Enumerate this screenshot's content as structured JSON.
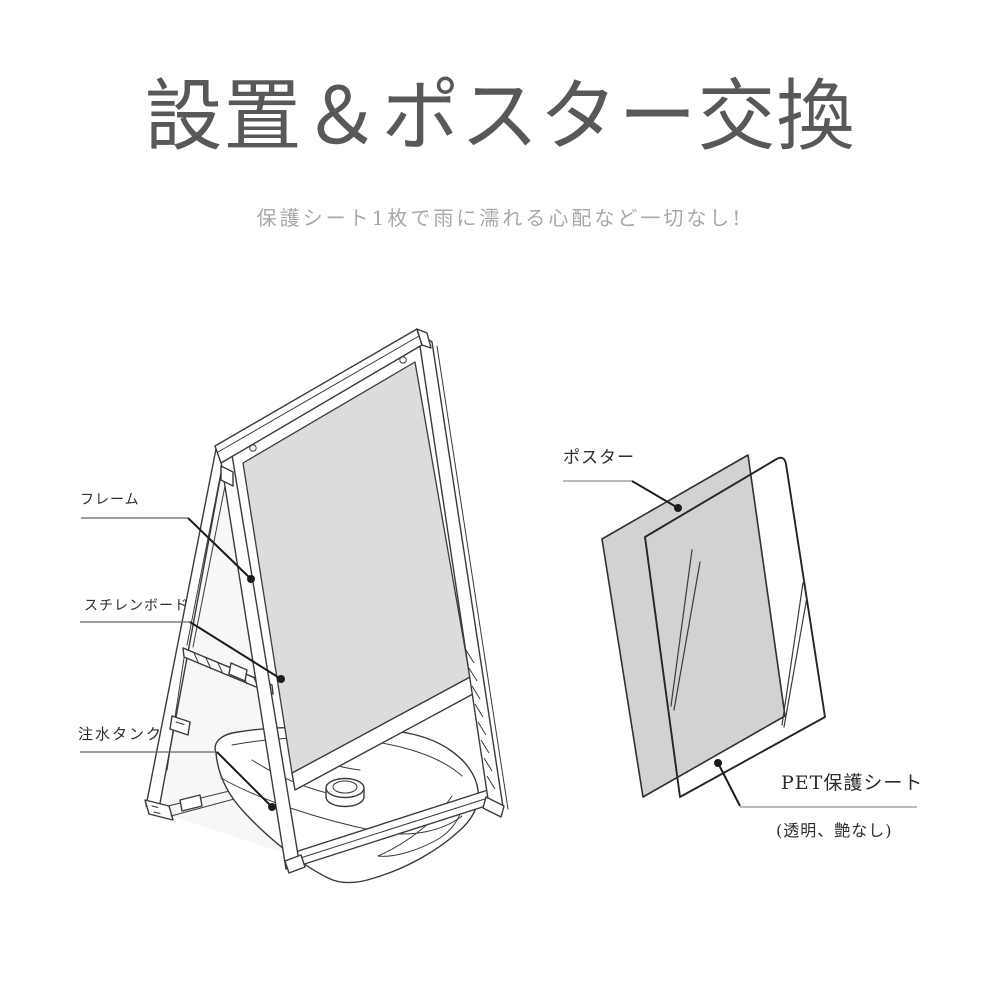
{
  "header": {
    "title": "設置＆ポスター交換",
    "subtitle": "保護シート1枚で雨に濡れる心配など一切なし!"
  },
  "labels": {
    "frame": "フレーム",
    "styrene_board": "スチレンボード",
    "water_tank": "注水タンク",
    "poster": "ポスター",
    "pet_sheet": "PET保護シート",
    "pet_sheet_note": "(透明、艶なし)"
  },
  "colors": {
    "title_ink": "#58585a",
    "subtitle_ink": "#a8a8a8",
    "label_ink": "#2d2d2d",
    "line_ink": "#3a3a3a",
    "leader_dark": "#1c1c1c",
    "leader_gray": "#666666",
    "leader_light": "#8f8f8f",
    "stand_panel_gray": "#dcdcdc",
    "poster_gray": "#d2d2d2",
    "side_panel_tint": "#f7f7f7"
  }
}
